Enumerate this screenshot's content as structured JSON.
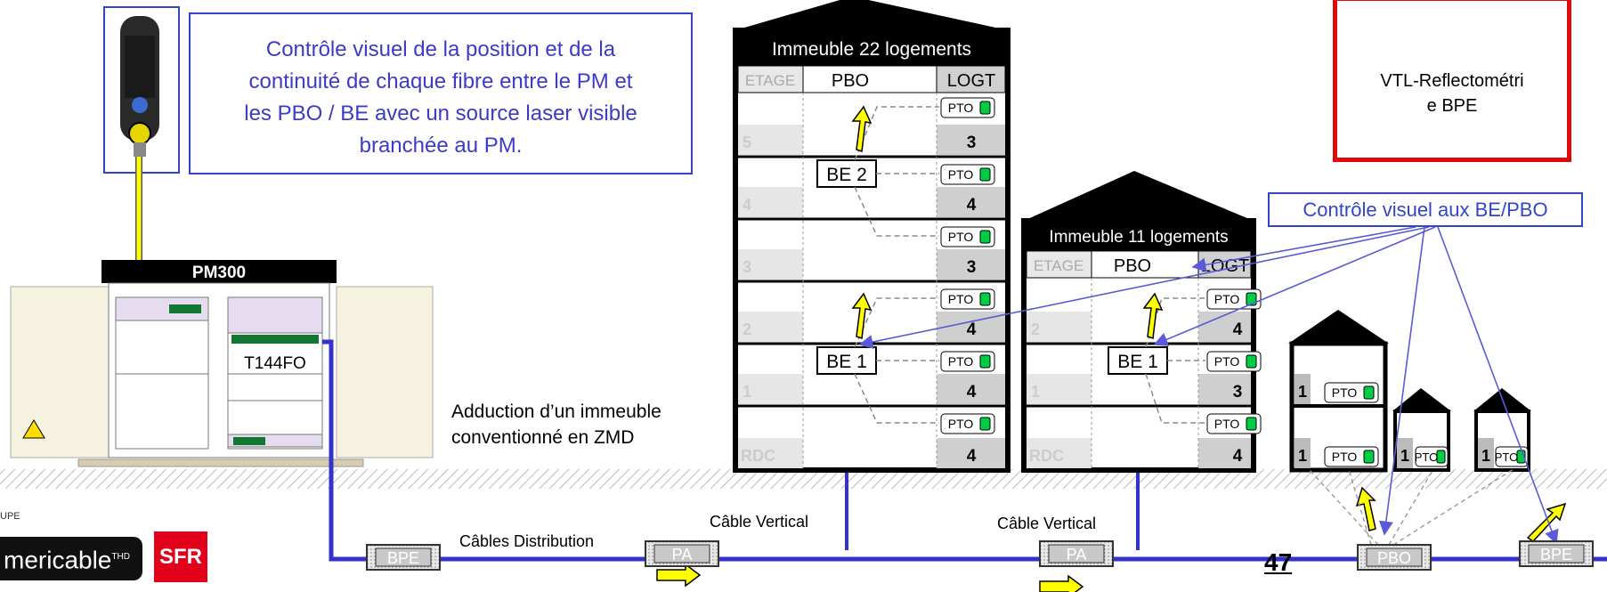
{
  "callout_top": {
    "lines": [
      "Contrôle visuel de la position et de la",
      "continuité de chaque fibre entre le PM et",
      "les PBO / BE avec un source laser visible",
      "branchée au PM."
    ]
  },
  "adduction_label": {
    "line1": "Adduction d’un immeuble",
    "line2": "conventionné en ZMD"
  },
  "vtl": {
    "line1": "VTL-Reflectométri",
    "line2": "e BPE",
    "icon": "installer-package-icon"
  },
  "control_label": "Contrôle visuel aux BE/PBO",
  "pm": {
    "title": "PM300",
    "module_label": "T144FO"
  },
  "building_22": {
    "title": "Immeuble 22 logements",
    "col_etage": "ETAGE",
    "col_pbo": "PBO",
    "col_logt": "LOGT",
    "floors": [
      {
        "floor": "5",
        "logt": "3"
      },
      {
        "floor": "4",
        "logt": "4"
      },
      {
        "floor": "3",
        "logt": "3"
      },
      {
        "floor": "2",
        "logt": "4"
      },
      {
        "floor": "1",
        "logt": "4"
      },
      {
        "floor": "RDC",
        "logt": "4"
      }
    ],
    "be_upper": "BE 2",
    "be_lower": "BE 1"
  },
  "building_11": {
    "title": "Immeuble 11 logements",
    "col_etage": "ETAGE",
    "col_pbo": "PBO",
    "col_logt": "LOGT",
    "floors": [
      {
        "floor": "2",
        "logt": "4"
      },
      {
        "floor": "1",
        "logt": "3"
      },
      {
        "floor": "RDC",
        "logt": "4"
      }
    ],
    "be": "BE 1"
  },
  "houses": {
    "floor_upper": "1",
    "floor_lower": "1"
  },
  "pto_label": "PTO",
  "underground": {
    "bpe_left": "BPE",
    "pa_left": "PA",
    "pa_right": "PA",
    "pbo": "PBO",
    "bpe_right": "BPE",
    "cable_distribution": "Câbles Distribution",
    "cable_vertical_1": "Câble Vertical",
    "cable_vertical_2": "Câble Vertical"
  },
  "page_number": "47",
  "logos": {
    "group_prefix": "UPE",
    "numericable_text": "mericable",
    "numericable_sup": "THD",
    "sfr": "SFR"
  },
  "colors": {
    "fiber_blue": "#3333cc",
    "laser_yellow": "#ffff00",
    "arrow_blue": "#5a5ad6",
    "callout_border": "#3344cc",
    "vtl_border": "#dd0a0a",
    "pto_green": "#00cc44"
  }
}
